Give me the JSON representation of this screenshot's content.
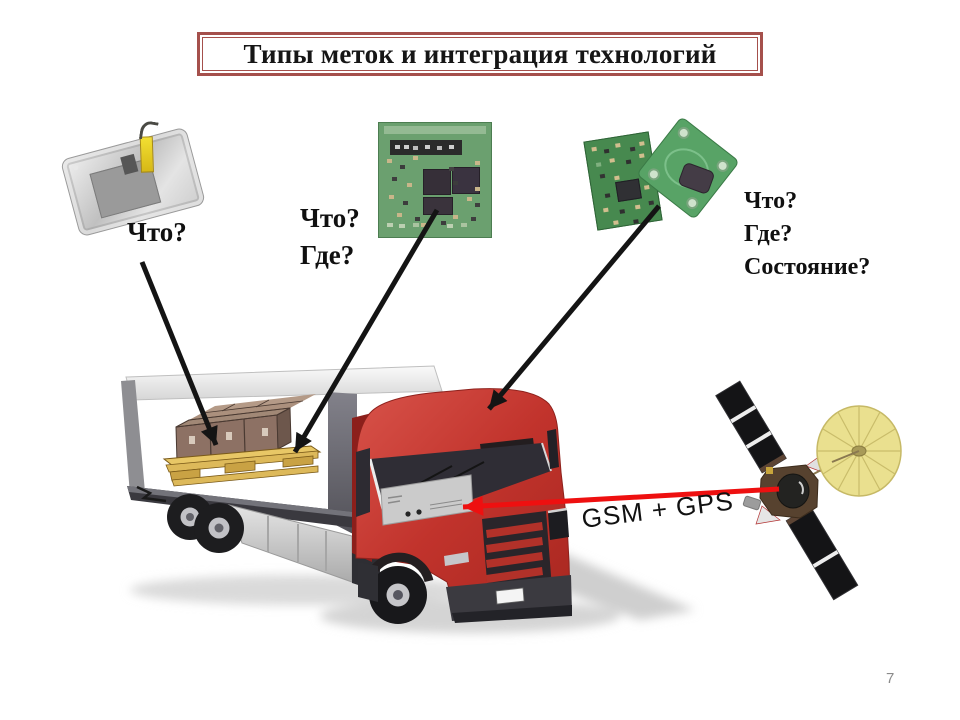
{
  "slide": {
    "title": "Типы меток и интеграция технологий",
    "page_number": "7"
  },
  "labels": {
    "tag1": [
      "Что?"
    ],
    "tag2": [
      "Что?",
      "Где?"
    ],
    "tag3": [
      "Что?",
      "Где?",
      "Состояние?"
    ],
    "gsm": "GSM + GPS"
  },
  "images": {
    "tag1": "silver-rfid-inlay-tag-photo",
    "tag2": "green-rfid-pcb-module-photo",
    "tag3": "two-sensor-pcb-modules-photo",
    "truck": "red-cargo-truck-with-pallet-of-boxes",
    "satellite": "gps-satellite-with-dish-antenna"
  },
  "colors": {
    "title_border": "#a5504c",
    "arrow_black": "#141414",
    "arrow_red": "#ee1010",
    "truck_red": "#c23530",
    "pcb_green": "#6ba06f",
    "satellite_dish_yellow": "#eae08f",
    "page_number_gray": "#8a8a8a"
  }
}
